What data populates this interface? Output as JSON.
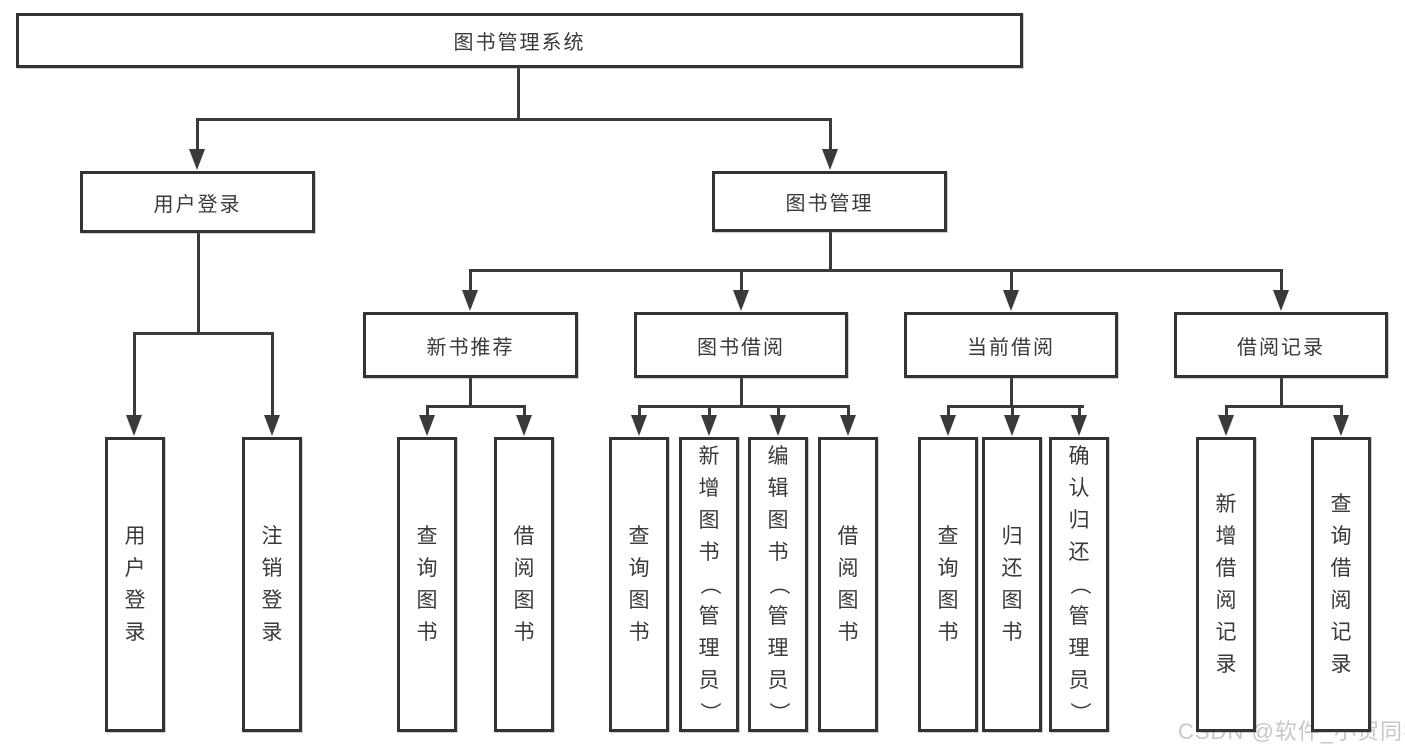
{
  "diagram": {
    "title": "图书管理系统",
    "watermark": "CSDN @软件_小贺同学",
    "colors": {
      "line": "#3a3a3a",
      "box_border": "#333333",
      "box_fill": "#ffffff",
      "text": "#3a3a3a",
      "watermark": "#c7c7c7",
      "background": "#ffffff"
    },
    "nodes": [
      {
        "id": "root",
        "label": "图书管理系统",
        "orientation": "horizontal",
        "level": 1
      },
      {
        "id": "user-login",
        "label": "用户登录",
        "orientation": "horizontal",
        "level": 2
      },
      {
        "id": "book-mgmt",
        "label": "图书管理",
        "orientation": "horizontal",
        "level": 2
      },
      {
        "id": "new-book-rec",
        "label": "新书推荐",
        "orientation": "horizontal",
        "level": 3
      },
      {
        "id": "book-borrow",
        "label": "图书借阅",
        "orientation": "horizontal",
        "level": 3
      },
      {
        "id": "current-borrow",
        "label": "当前借阅",
        "orientation": "horizontal",
        "level": 3
      },
      {
        "id": "borrow-records",
        "label": "借阅记录",
        "orientation": "horizontal",
        "level": 3
      },
      {
        "id": "leaf-user-login",
        "label": "用户登录",
        "orientation": "vertical",
        "level": 4
      },
      {
        "id": "leaf-logout",
        "label": "注销登录",
        "orientation": "vertical",
        "level": 4
      },
      {
        "id": "leaf-query-book-1",
        "label": "查询图书",
        "orientation": "vertical",
        "level": 4
      },
      {
        "id": "leaf-borrow-book-1",
        "label": "借阅图书",
        "orientation": "vertical",
        "level": 4
      },
      {
        "id": "leaf-query-book-2",
        "label": "查询图书",
        "orientation": "vertical",
        "level": 4
      },
      {
        "id": "leaf-add-book",
        "label": "新增图书（管理员）",
        "orientation": "vertical",
        "level": 4
      },
      {
        "id": "leaf-edit-book",
        "label": "编辑图书（管理员）",
        "orientation": "vertical",
        "level": 4
      },
      {
        "id": "leaf-borrow-book-2",
        "label": "借阅图书",
        "orientation": "vertical",
        "level": 4
      },
      {
        "id": "leaf-query-book-3",
        "label": "查询图书",
        "orientation": "vertical",
        "level": 4
      },
      {
        "id": "leaf-return-book",
        "label": "归还图书",
        "orientation": "vertical",
        "level": 4
      },
      {
        "id": "leaf-confirm-return",
        "label": "确认归还（管理员）",
        "orientation": "vertical",
        "level": 4
      },
      {
        "id": "leaf-add-borrow-record",
        "label": "新增借阅记录",
        "orientation": "vertical",
        "level": 4
      },
      {
        "id": "leaf-query-borrow-record",
        "label": "查询借阅记录",
        "orientation": "vertical",
        "level": 4
      }
    ],
    "edges": [
      [
        "root",
        "user-login"
      ],
      [
        "root",
        "book-mgmt"
      ],
      [
        "user-login",
        "leaf-user-login"
      ],
      [
        "user-login",
        "leaf-logout"
      ],
      [
        "book-mgmt",
        "new-book-rec"
      ],
      [
        "book-mgmt",
        "book-borrow"
      ],
      [
        "book-mgmt",
        "current-borrow"
      ],
      [
        "book-mgmt",
        "borrow-records"
      ],
      [
        "new-book-rec",
        "leaf-query-book-1"
      ],
      [
        "new-book-rec",
        "leaf-borrow-book-1"
      ],
      [
        "book-borrow",
        "leaf-query-book-2"
      ],
      [
        "book-borrow",
        "leaf-add-book"
      ],
      [
        "book-borrow",
        "leaf-edit-book"
      ],
      [
        "book-borrow",
        "leaf-borrow-book-2"
      ],
      [
        "current-borrow",
        "leaf-query-book-3"
      ],
      [
        "current-borrow",
        "leaf-return-book"
      ],
      [
        "current-borrow",
        "leaf-confirm-return"
      ],
      [
        "borrow-records",
        "leaf-add-borrow-record"
      ],
      [
        "borrow-records",
        "leaf-query-borrow-record"
      ]
    ]
  }
}
